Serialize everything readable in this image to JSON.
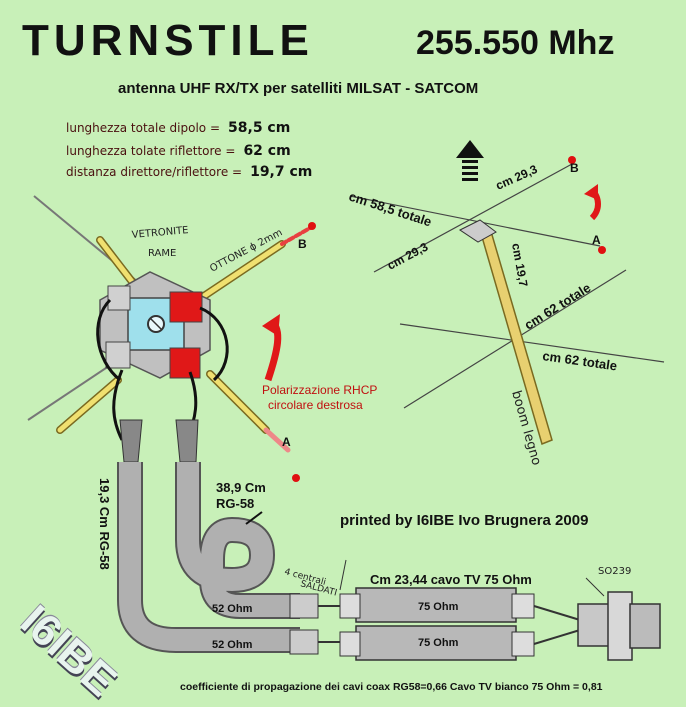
{
  "header": {
    "title": "TURNSTILE",
    "frequency": "255.550 Mhz",
    "subtitle": "antenna UHF  RX/TX per satelliti MILSAT - SATCOM"
  },
  "specs": [
    {
      "label": "lunghezza totale dipolo =",
      "value": "58,5 cm"
    },
    {
      "label": "lunghezza tolate riflettore =",
      "value": "62 cm"
    },
    {
      "label": "distanza direttore/riflettore =",
      "value": "19,7 cm"
    }
  ],
  "diagram_labels": {
    "vetronite": "VETRONITE",
    "rame": "RAME",
    "ottone": "OTTONE ϕ 2mm",
    "point_a": "A",
    "point_b": "B",
    "polarization_line1": "Polarizzazione RHCP",
    "polarization_line2": "circolare destrosa",
    "cable_length_1": "38,9 Cm",
    "cable_type_1": "RG-58",
    "cable_vertical": "19,3 Cm RG-58",
    "centrali": "4 centrali",
    "saldati": "SALDATI",
    "so239": "SO239",
    "tv_cable": "Cm 23,44 cavo TV 75 Ohm",
    "ohm52": "52 Ohm",
    "ohm75": "75 Ohm"
  },
  "perspective_labels": {
    "dipole_total": "cm 58,5 totale",
    "half_a": "cm 29,3",
    "half_b": "cm 29,3",
    "spacing": "cm 19,7",
    "refl_total_1": "cm 62 totale",
    "refl_total_2": "cm 62 totale",
    "boom": "boom legno"
  },
  "credit": "printed by I6IBE Ivo Brugnera 2009",
  "footer": "coefficiente di propagazione dei cavi coax RG58=0,66  Cavo TV bianco 75 Ohm = 0,81",
  "logo": "I6IBE",
  "colors": {
    "background": "#c8f0b8",
    "cable": "#a8a8a8",
    "copper_pad": "#e01818",
    "board": "#9fe0ec",
    "brass": "#e8d870"
  }
}
